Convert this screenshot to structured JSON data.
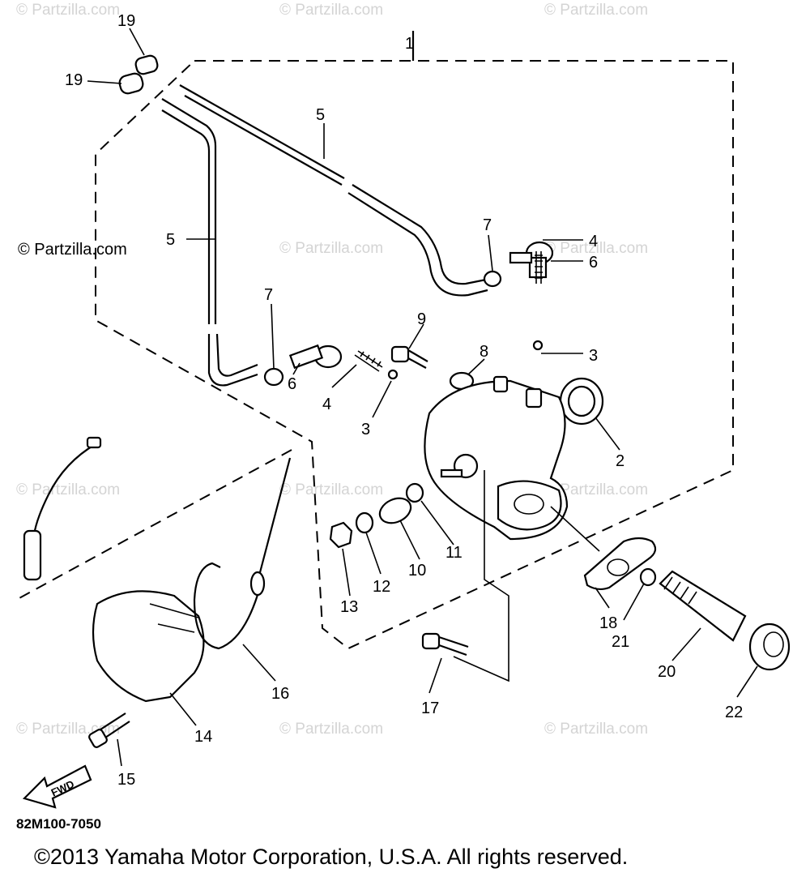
{
  "watermarks": {
    "brand": "© Partzilla.com",
    "items": [
      "© Partzilla.com",
      "© Partzilla.com",
      "© Partzilla.com",
      "© Partzilla.com",
      "© Partzilla.com",
      "© Partzilla.com",
      "© Partzilla.com",
      "© Partzilla.com",
      "© Partzilla.com"
    ]
  },
  "callouts": [
    "1",
    "2",
    "3",
    "3",
    "4",
    "4",
    "5",
    "5",
    "6",
    "6",
    "7",
    "7",
    "8",
    "9",
    "10",
    "11",
    "12",
    "13",
    "14",
    "15",
    "16",
    "17",
    "18",
    "19",
    "19",
    "20",
    "21",
    "22"
  ],
  "direction_label": "FWD",
  "drawing_code": "82M100-7050",
  "copyright": "©2013 Yamaha Motor Corporation, U.S.A. All rights reserved."
}
